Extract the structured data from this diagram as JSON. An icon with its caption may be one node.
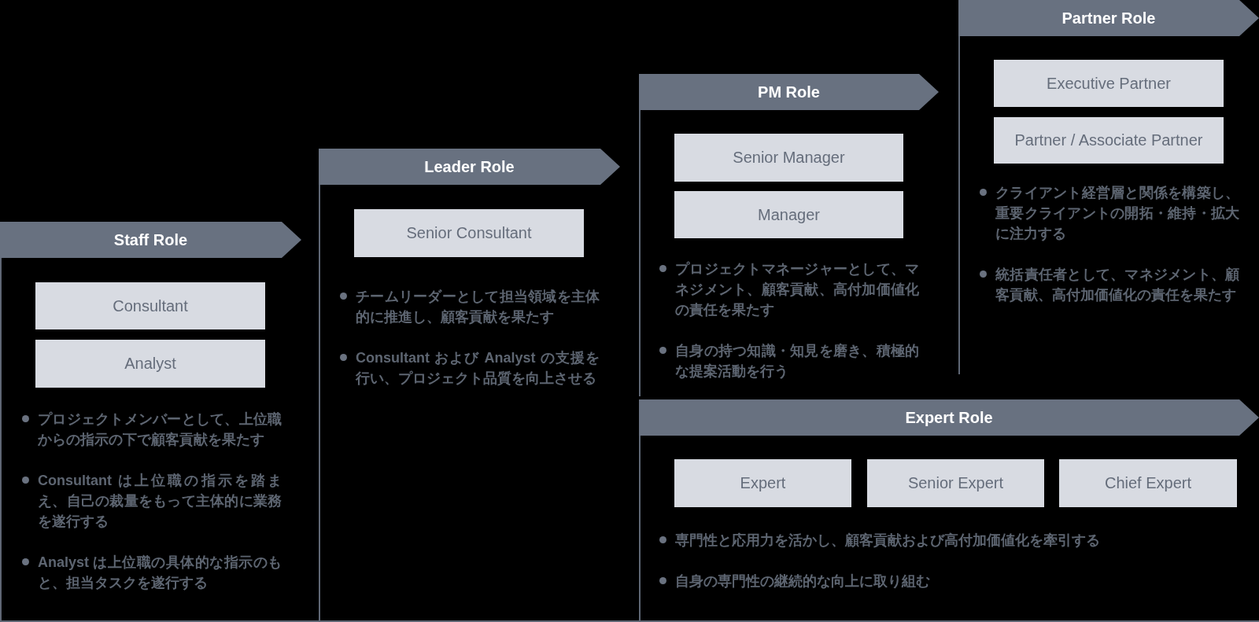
{
  "diagram": {
    "nodes": [
      {
        "text": [
          "Staff Role",
          "プロジェクトメンバーとして、上位職からの指示の下で顧客貢献を果たす",
          "Consultant は上位職の指示を踏まえ、自己の裁量をもって主体的に業務を遂行する",
          "Analyst は上位職の具体的な指示のもと、担当タスクを遂行する"
        ]
      },
      {
        "text": [
          "Consultant"
        ],
        "in": 0
      },
      {
        "text": [
          "Analyst"
        ],
        "in": 0
      },
      {
        "text": [
          "Leader Role",
          "チームリーダーとして担当領域を主体的に推進し、顧客貢献を果たす",
          "Consultant および Analyst の支援を行い、プロジェクト品質を向上させる"
        ]
      },
      {
        "text": [
          "Senior Consultant"
        ],
        "in": 3
      },
      {
        "text": [
          "PM Role",
          "プロジェクトマネージャーとして、マネジメント、顧客貢献、高付加価値化の責任を果たす",
          "自身の持つ知識・知見を磨き、積極的な提案活動を行う"
        ]
      },
      {
        "text": [
          "Senior Manager"
        ],
        "in": 5
      },
      {
        "text": [
          "Manager"
        ],
        "in": 5
      },
      {
        "text": [
          "Partner Role",
          "クライアント経営層と関係を構築し、重要クライアントの開拓・維持・拡大に注力する",
          "統括責任者として、マネジメント、顧客貢献、高付加価値化の責任を果たす"
        ]
      },
      {
        "text": [
          "Executive Partner"
        ],
        "in": 8
      },
      {
        "text": [
          "Partner / Associate Partner"
        ],
        "in": 8
      },
      {
        "text": [
          "Expert Role",
          "専門性と応用力を活かし、顧客貢献および高付加価値化を牽引する",
          "自身の専門性の継続的な向上に取り組む"
        ]
      },
      {
        "text": [
          "Expert"
        ],
        "in": 11
      },
      {
        "text": [
          "Senior Expert"
        ],
        "in": 11
      },
      {
        "text": [
          "Chief Expert"
        ],
        "in": 11
      }
    ]
  }
}
